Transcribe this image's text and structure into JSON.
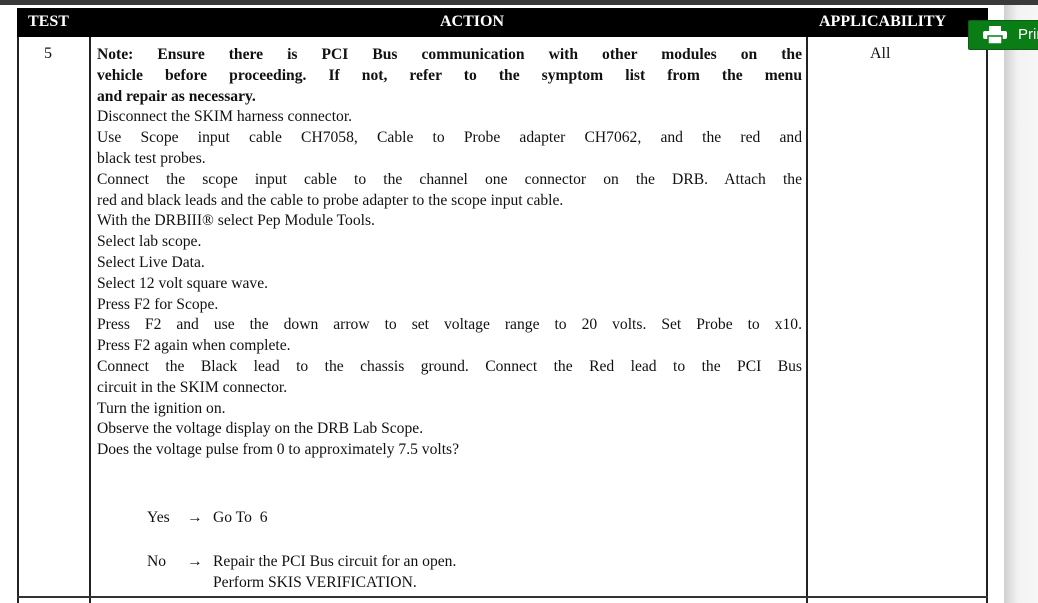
{
  "header": {
    "test": "TEST",
    "action": "ACTION",
    "applicability": "APPLICABILITY"
  },
  "row": {
    "test": "5",
    "applicability": "All",
    "bold_lines": [
      "Note: Ensure there is PCI Bus communication with other modules on the",
      "vehicle before proceeding. If not, refer to the symptom list from the menu",
      "and repair as necessary."
    ],
    "lines": [
      "Disconnect the SKIM harness connector.",
      "Use Scope input cable CH7058, Cable to Probe adapter CH7062, and the red and",
      "black test probes.",
      "Connect the scope input cable to the channel one connector on the DRB. Attach the",
      "red and black leads and the cable to probe adapter to the scope input cable.",
      "With the DRBIII® select Pep Module Tools.",
      "Select lab scope.",
      "Select Live Data.",
      "Select 12 volt square wave.",
      "Press F2 for Scope.",
      "Press F2 and use the down arrow to set voltage range to 20 volts. Set Probe to x10.",
      "Press F2 again when complete.",
      "Connect the Black lead to the chassis ground. Connect the Red lead to the PCI Bus",
      "circuit in the SKIM connector.",
      "Turn the ignition on.",
      "Observe the voltage display on the DRB Lab Scope.",
      "Does the voltage pulse from 0 to approximately 7.5 volts?"
    ],
    "yes": {
      "label": "Yes",
      "arrow": "→",
      "result": "Go To  6"
    },
    "no": {
      "label": "No",
      "arrow": "→",
      "result": "Repair the PCI Bus circuit for an open.",
      "result2": "Perform SKIS VERIFICATION."
    }
  },
  "print_button": {
    "label": "Print",
    "icon": "printer-icon",
    "color": "#0a7d17"
  }
}
